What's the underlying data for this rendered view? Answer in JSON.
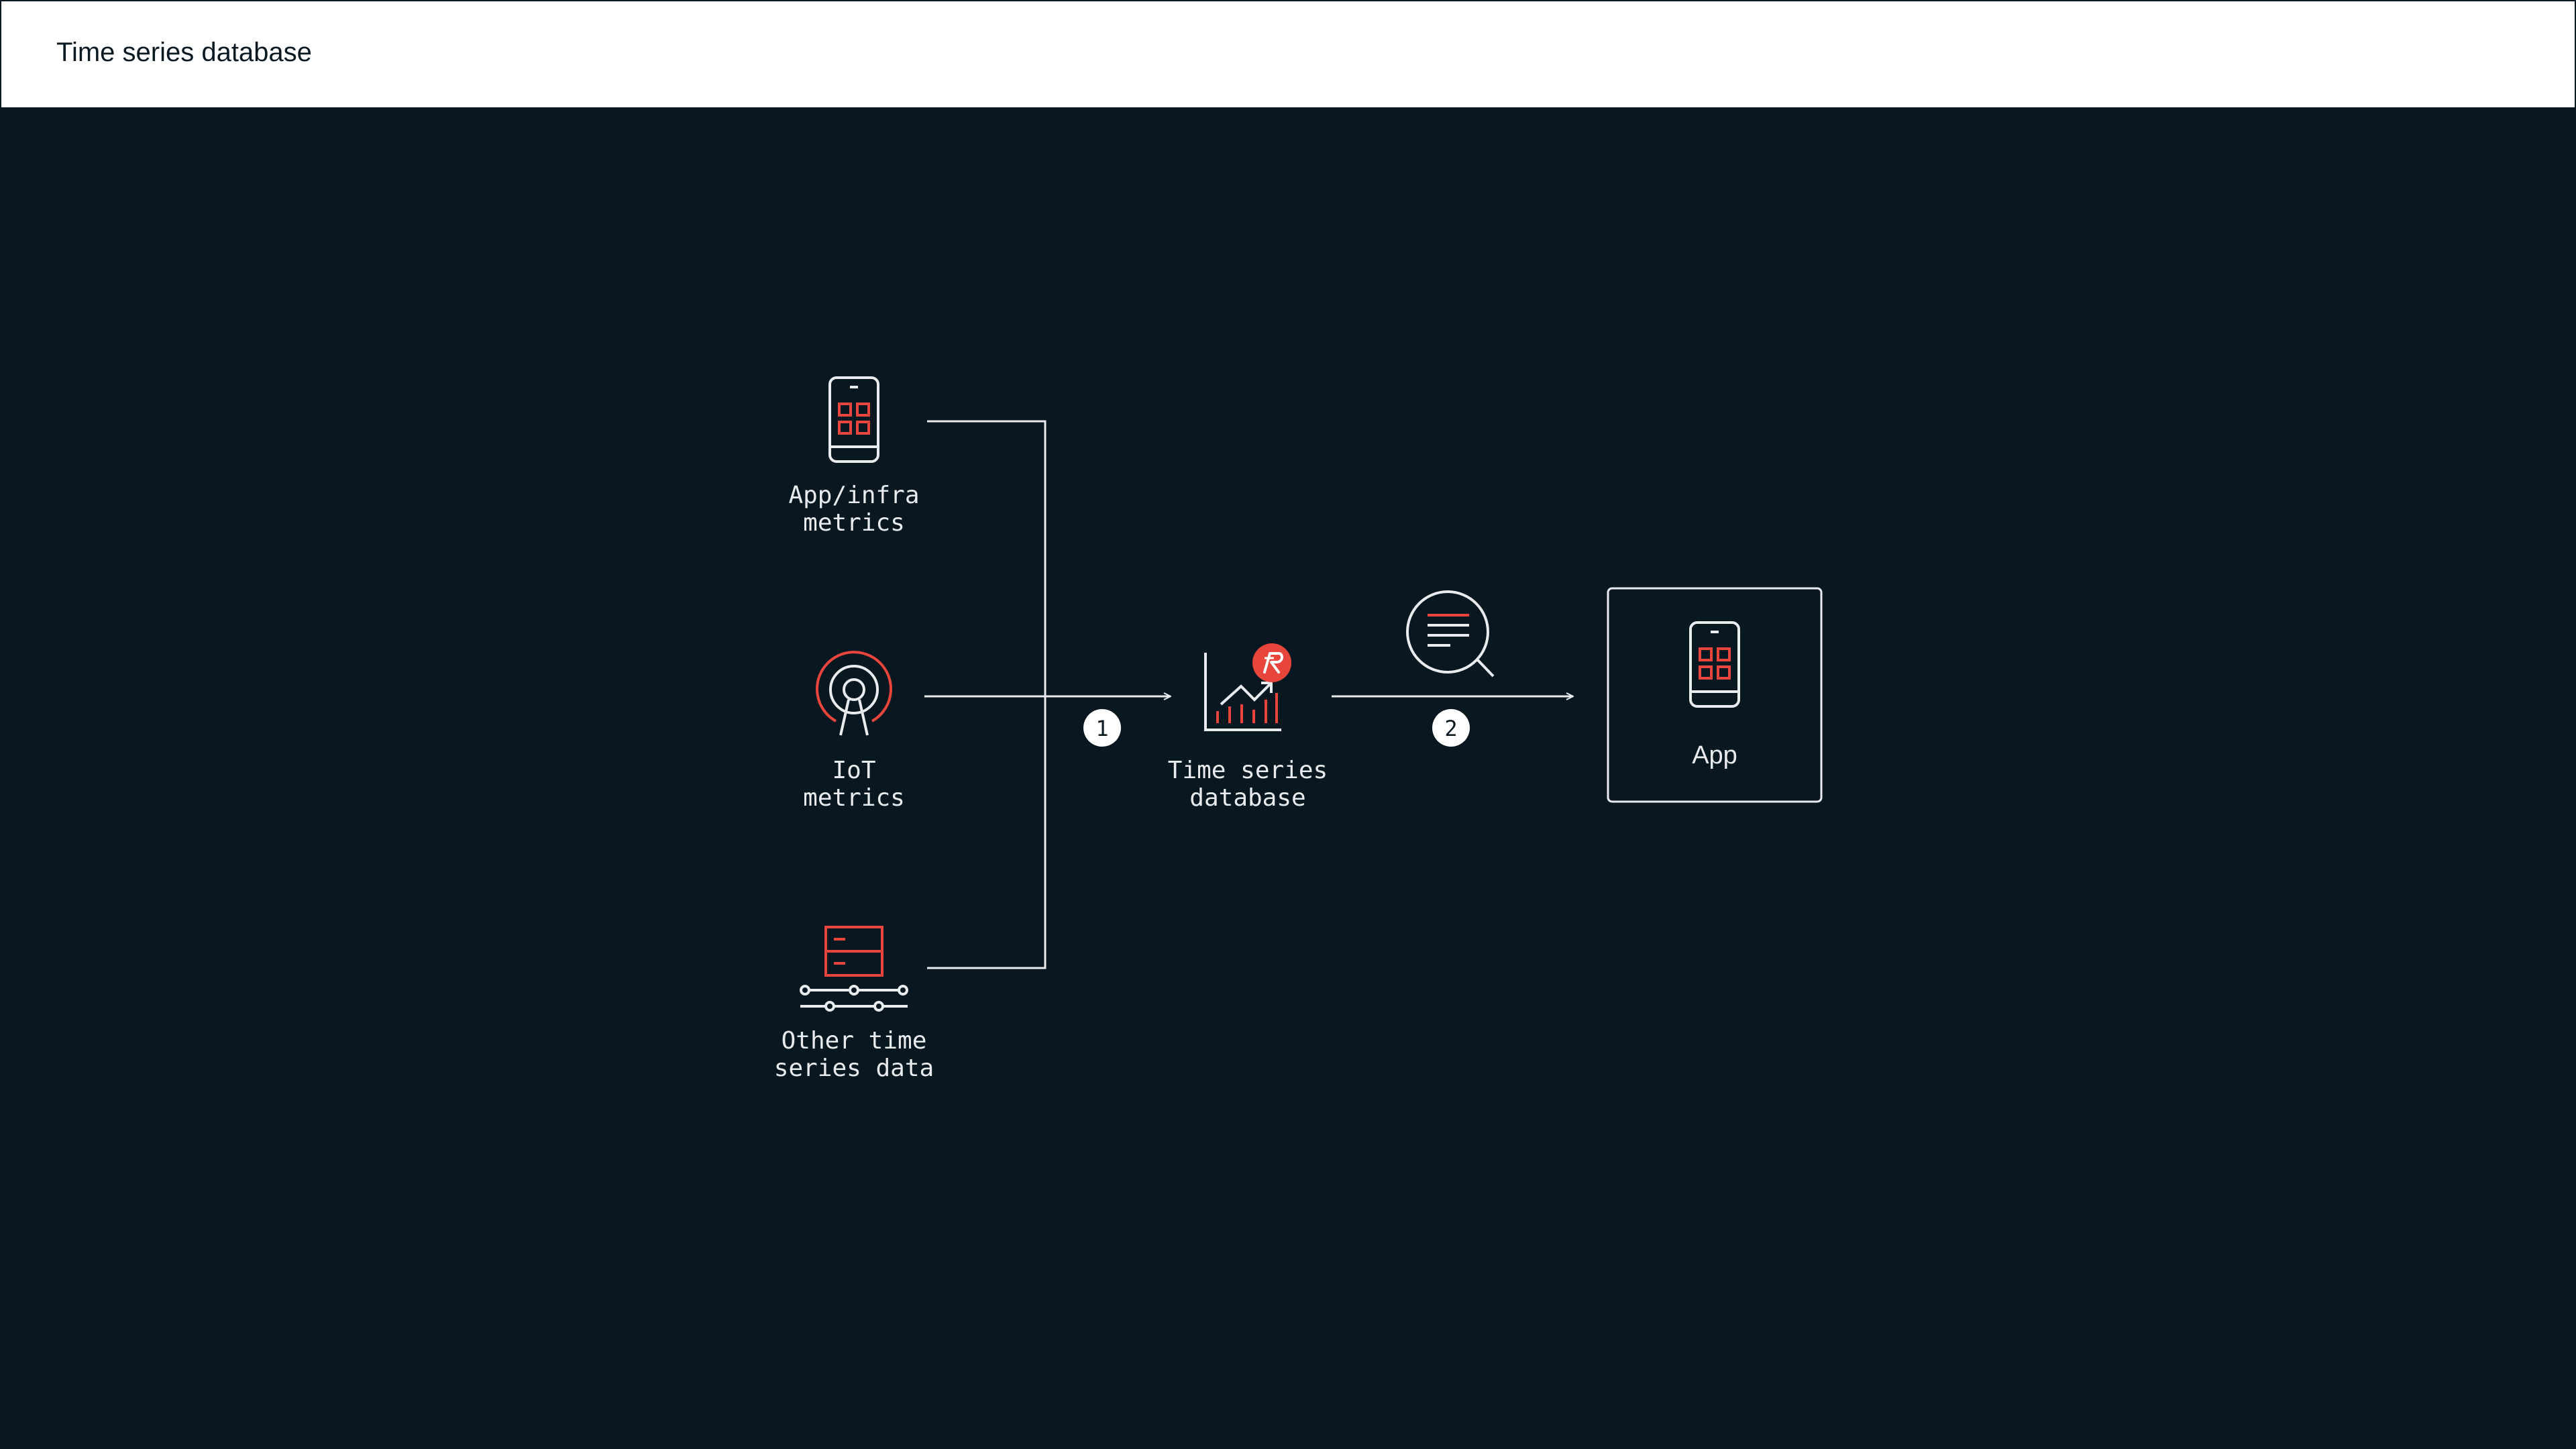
{
  "header": {
    "title": "Time series database"
  },
  "sources": {
    "app_infra": {
      "label_line1": "App/infra",
      "label_line2": "metrics",
      "icon": "mobile-app-icon"
    },
    "iot": {
      "label_line1": "IoT",
      "label_line2": "metrics",
      "icon": "antenna-icon"
    },
    "other": {
      "label_line1": "Other time",
      "label_line2": "series data",
      "icon": "server-timeline-icon"
    }
  },
  "database": {
    "label_line1": "Time series",
    "label_line2": "database",
    "icon": "chart-database-icon"
  },
  "query": {
    "icon": "document-search-icon"
  },
  "app": {
    "label": "App",
    "icon": "mobile-app-icon"
  },
  "steps": {
    "step1": "1",
    "step2": "2"
  },
  "colors": {
    "background": "#091820",
    "line": "#e8ecee",
    "accent": "#e8453c",
    "header_bg": "#ffffff"
  }
}
